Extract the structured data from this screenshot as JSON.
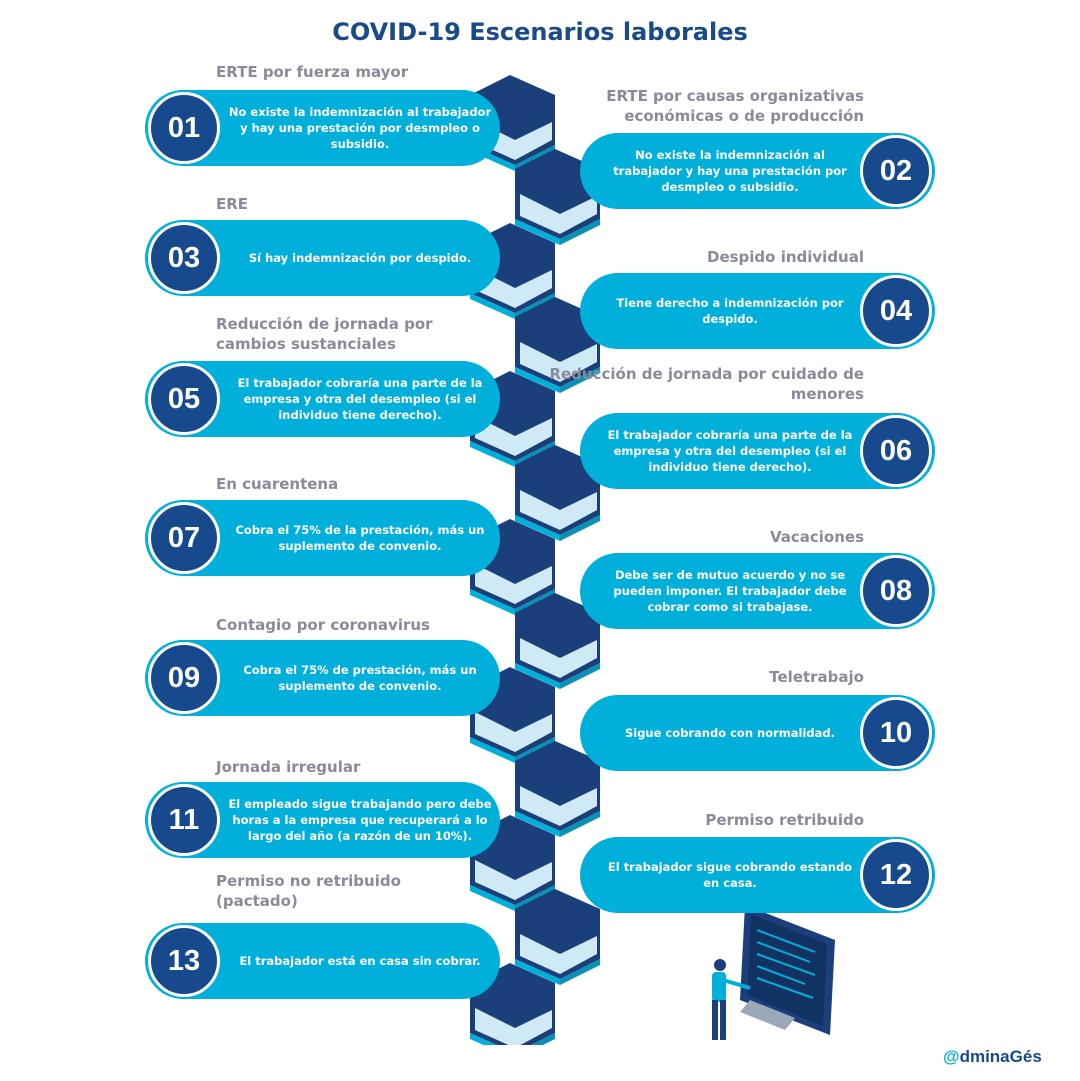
{
  "title": "COVID-19 Escenarios laborales",
  "logo": {
    "at": "@",
    "text": "dminaGés"
  },
  "items": [
    {
      "num": "01",
      "title": "ERTE por fuerza mayor",
      "desc": "No existe la indemnización al trabajador y hay una prestación por desmpleo o subsidio."
    },
    {
      "num": "02",
      "title": "ERTE por causas organizativas económicas o de producción",
      "desc": "No existe la indemnización al trabajador y hay una prestación por desmpleo o subsidio."
    },
    {
      "num": "03",
      "title": "ERE",
      "desc": "Sí hay indemnización por despido."
    },
    {
      "num": "04",
      "title": "Despido individual",
      "desc": "Tiene derecho a indemnización por despido."
    },
    {
      "num": "05",
      "title": "Reducción de jornada por cambios sustanciales",
      "desc": "El trabajador cobraría una parte de la empresa y otra del desempleo (si el individuo tiene derecho)."
    },
    {
      "num": "06",
      "title": "Reducción de jornada por cuidado de menores",
      "desc": "El trabajador cobraría una parte de la empresa y otra del desempleo (si el individuo tiene derecho)."
    },
    {
      "num": "07",
      "title": "En cuarentena",
      "desc": "Cobra el 75% de la prestación, más un suplemento de convenio."
    },
    {
      "num": "08",
      "title": "Vacaciones",
      "desc": "Debe ser de mutuo acuerdo y no se pueden imponer. El trabajador debe cobrar como si trabajase."
    },
    {
      "num": "09",
      "title": "Contagio por coronavirus",
      "desc": "Cobra el 75% de prestación, más un suplemento de convenio."
    },
    {
      "num": "10",
      "title": "Teletrabajo",
      "desc": "Sigue cobrando con normalidad."
    },
    {
      "num": "11",
      "title": "Jornada irregular",
      "desc": "El empleado sigue trabajando pero debe horas a la empresa que recuperará a lo largo del año (a razón de un 10%)."
    },
    {
      "num": "12",
      "title": "Permiso retribuido",
      "desc": "El trabajador sigue cobrando estando en casa."
    },
    {
      "num": "13",
      "title": "Permiso no retribuido (pactado)",
      "desc": "El trabajador está en casa sin cobrar."
    }
  ],
  "colors": {
    "accent": "#00b0db",
    "dark": "#174a8c",
    "title_gray": "#8a8a9a"
  }
}
